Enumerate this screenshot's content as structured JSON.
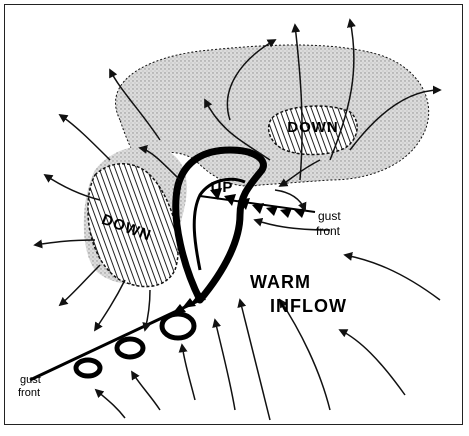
{
  "labels": {
    "down_right": "DOWN",
    "down_left": "DOWN",
    "updraft": "UP",
    "gust_front_right_line1": "gust",
    "gust_front_right_line2": "front",
    "gust_front_left_line1": "gust",
    "gust_front_left_line2": "front",
    "warm_line1": "WARM",
    "warm_line2": "INFLOW"
  },
  "colors": {
    "ink": "#111111",
    "stipple_fill": "#d9d9d9",
    "hatch": "#222222",
    "background": "#ffffff"
  }
}
